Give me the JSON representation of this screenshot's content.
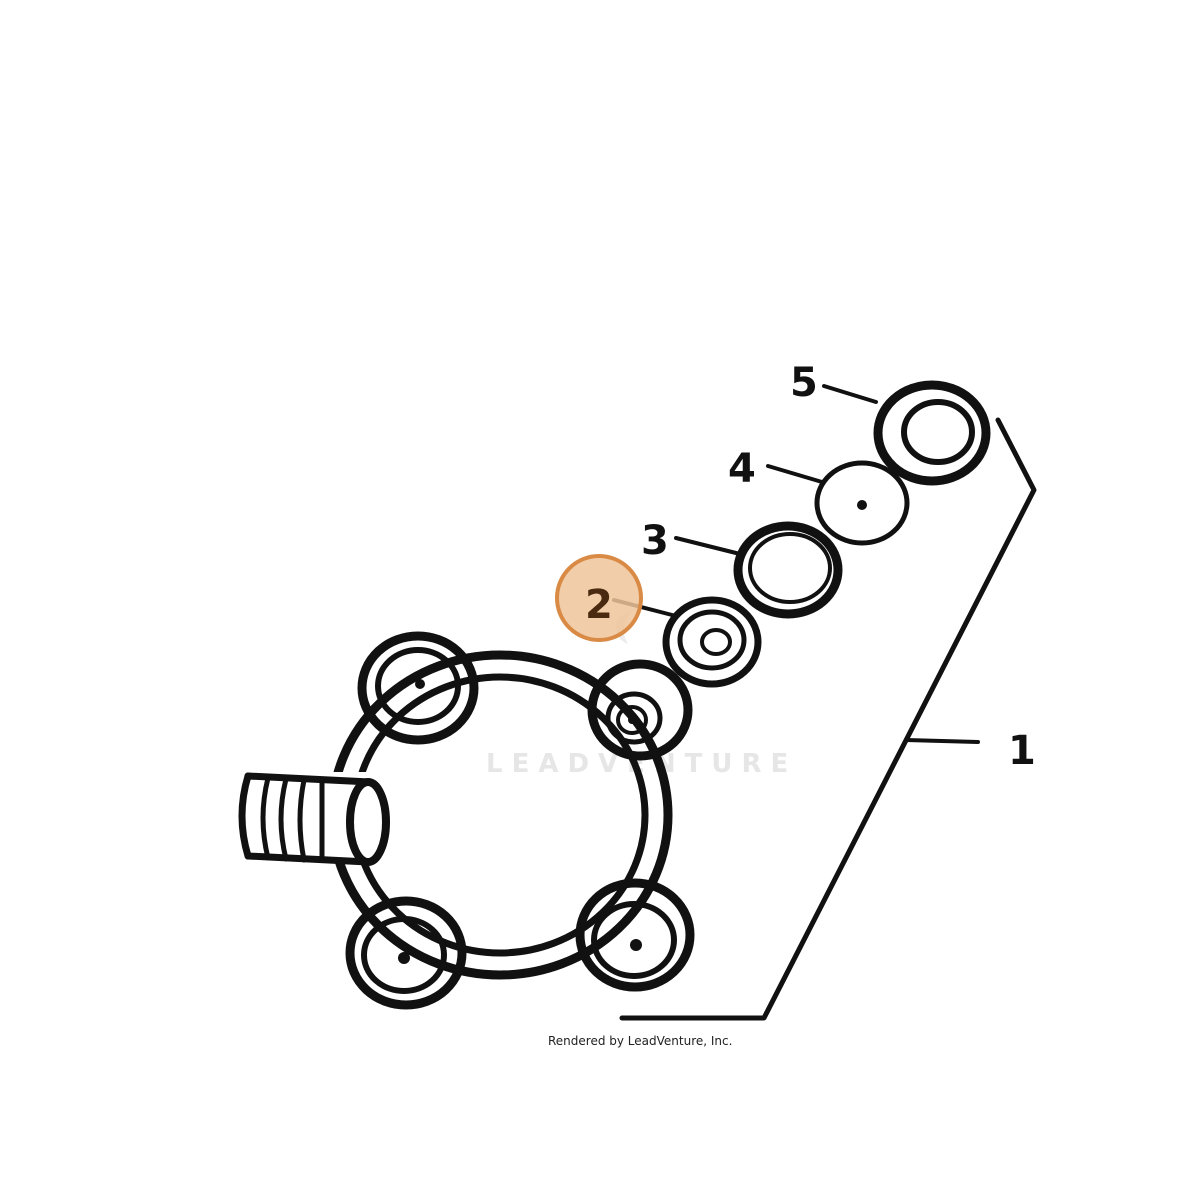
{
  "diagram": {
    "callouts": [
      {
        "label": "1"
      },
      {
        "label": "2",
        "highlighted": true
      },
      {
        "label": "3"
      },
      {
        "label": "4"
      },
      {
        "label": "5"
      }
    ],
    "watermark": "LEADVENTURE",
    "credit": "Rendered by LeadVenture, Inc.",
    "colors": {
      "ink": "#111111",
      "highlight_fill": "#f0c49a",
      "highlight_stroke": "#d98a45"
    }
  }
}
